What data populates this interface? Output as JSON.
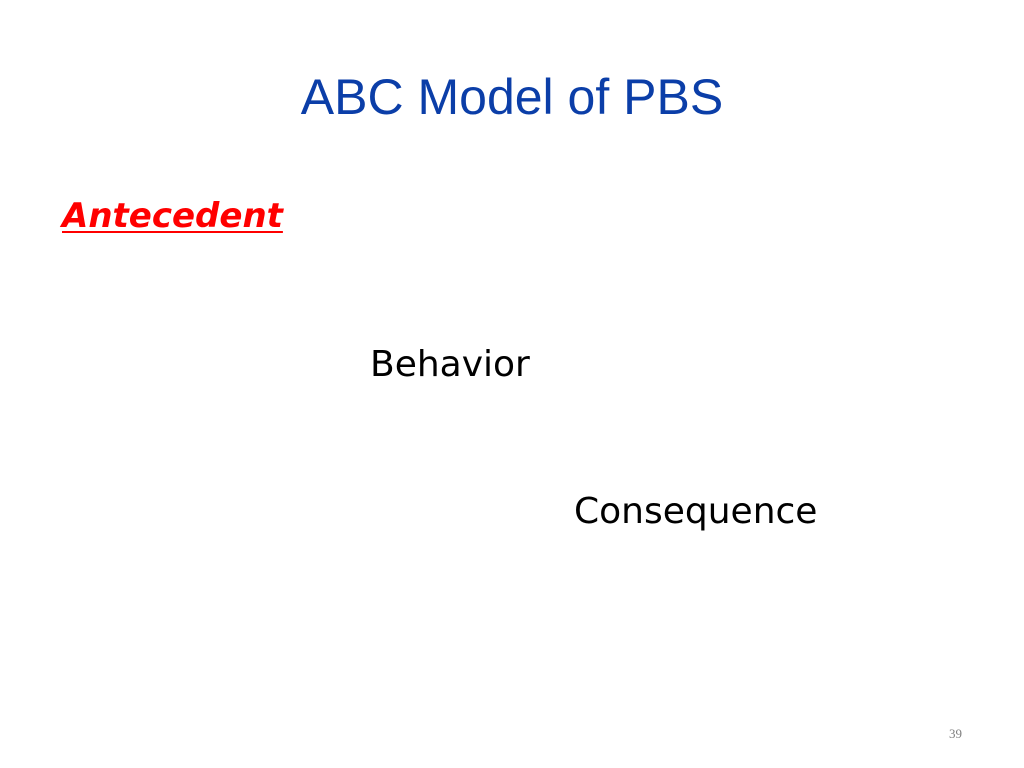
{
  "slide": {
    "title": "ABC Model of PBS",
    "antecedent": "Antecedent",
    "behavior": "Behavior",
    "consequence": "Consequence",
    "page_number": "39"
  },
  "colors": {
    "title": "#0b3ea8",
    "antecedent": "#ff0000",
    "body_text": "#000000",
    "page_number": "#7f7f7f",
    "background": "#ffffff"
  }
}
